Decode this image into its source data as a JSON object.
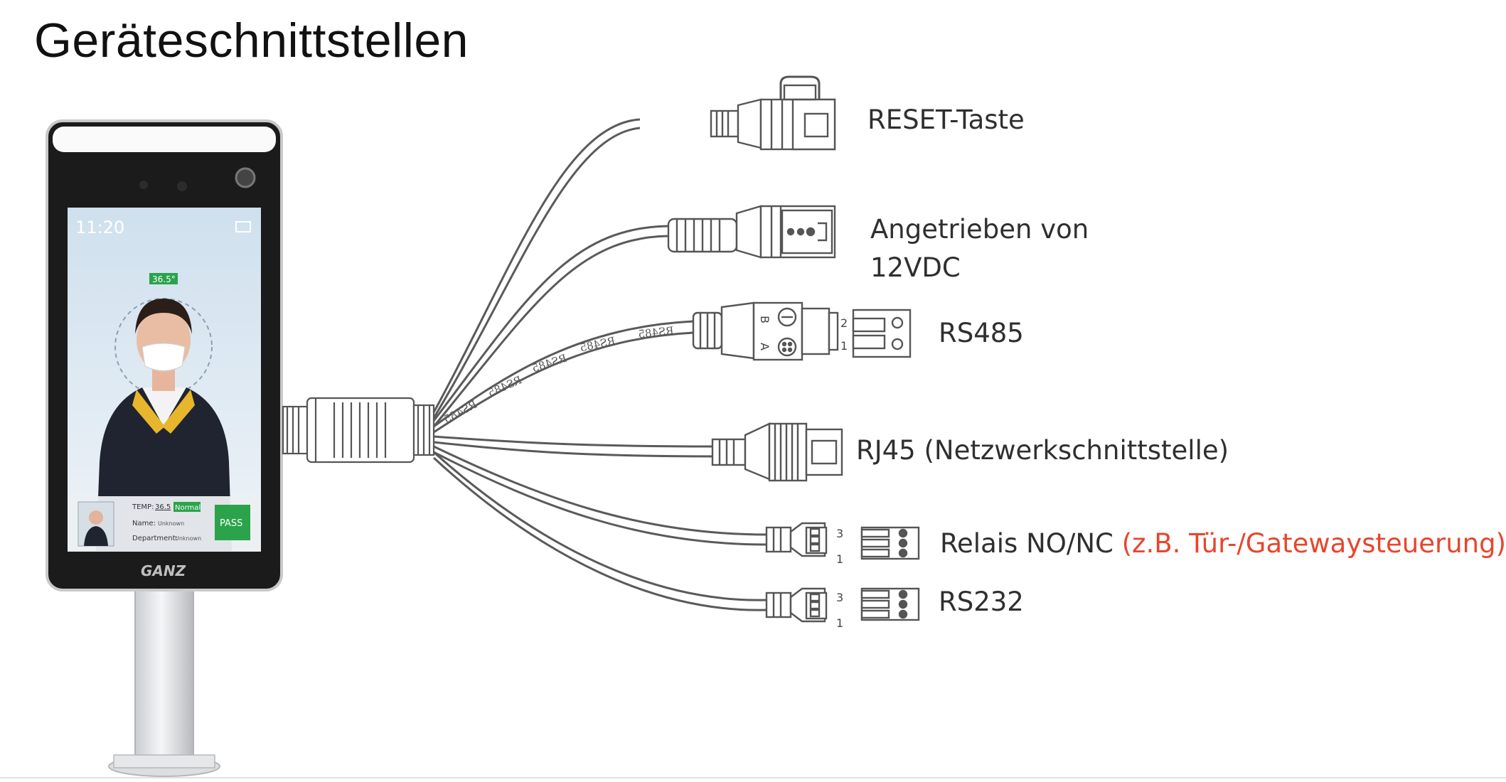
{
  "title": "Geräteschnittstellen",
  "device": {
    "clock": "11:20",
    "temp_badge": "36.5°",
    "panel": {
      "temp_label": "TEMP:",
      "temp_value": "36.5",
      "status": "Normal",
      "name_label": "Name:",
      "name_value": "Unknown",
      "department_label": "Department:",
      "department_value": "Unknown",
      "pass_label": "PASS"
    },
    "brand": "GANZ"
  },
  "cable_print": "RS485",
  "pin_labels": {
    "rs485_top": "2",
    "rs485_bottom": "1",
    "rs485_b": "B",
    "rs485_a": "A",
    "relay_top": "3",
    "relay_bottom": "1",
    "rs232_top": "3",
    "rs232_bottom": "1"
  },
  "interfaces": [
    {
      "label": "RESET-Taste",
      "note": ""
    },
    {
      "label": "Angetrieben von",
      "label2": "12VDC",
      "note": ""
    },
    {
      "label": "RS485",
      "note": ""
    },
    {
      "label": "RJ45 (Netzwerkschnittstelle)",
      "note": ""
    },
    {
      "label": "Relais NO/NC ",
      "note": "(z.B. Tür-/Gatewaysteuerung)"
    },
    {
      "label": "RS232",
      "note": ""
    }
  ],
  "colors": {
    "note": "#e8452c",
    "line": "#5a5a5a",
    "device_frame": "#1b1b1b"
  }
}
